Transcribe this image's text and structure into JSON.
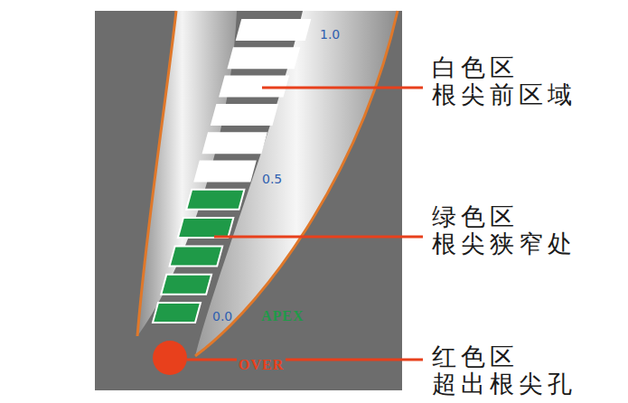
{
  "diagram": {
    "labels": [
      "1.0",
      "0.5",
      "0.0",
      "APEX",
      "OVER",
      "白色区 根尖前区域",
      "绿色区 根尖狭窄处",
      "红色区 超出根尖孔"
    ]
  }
}
